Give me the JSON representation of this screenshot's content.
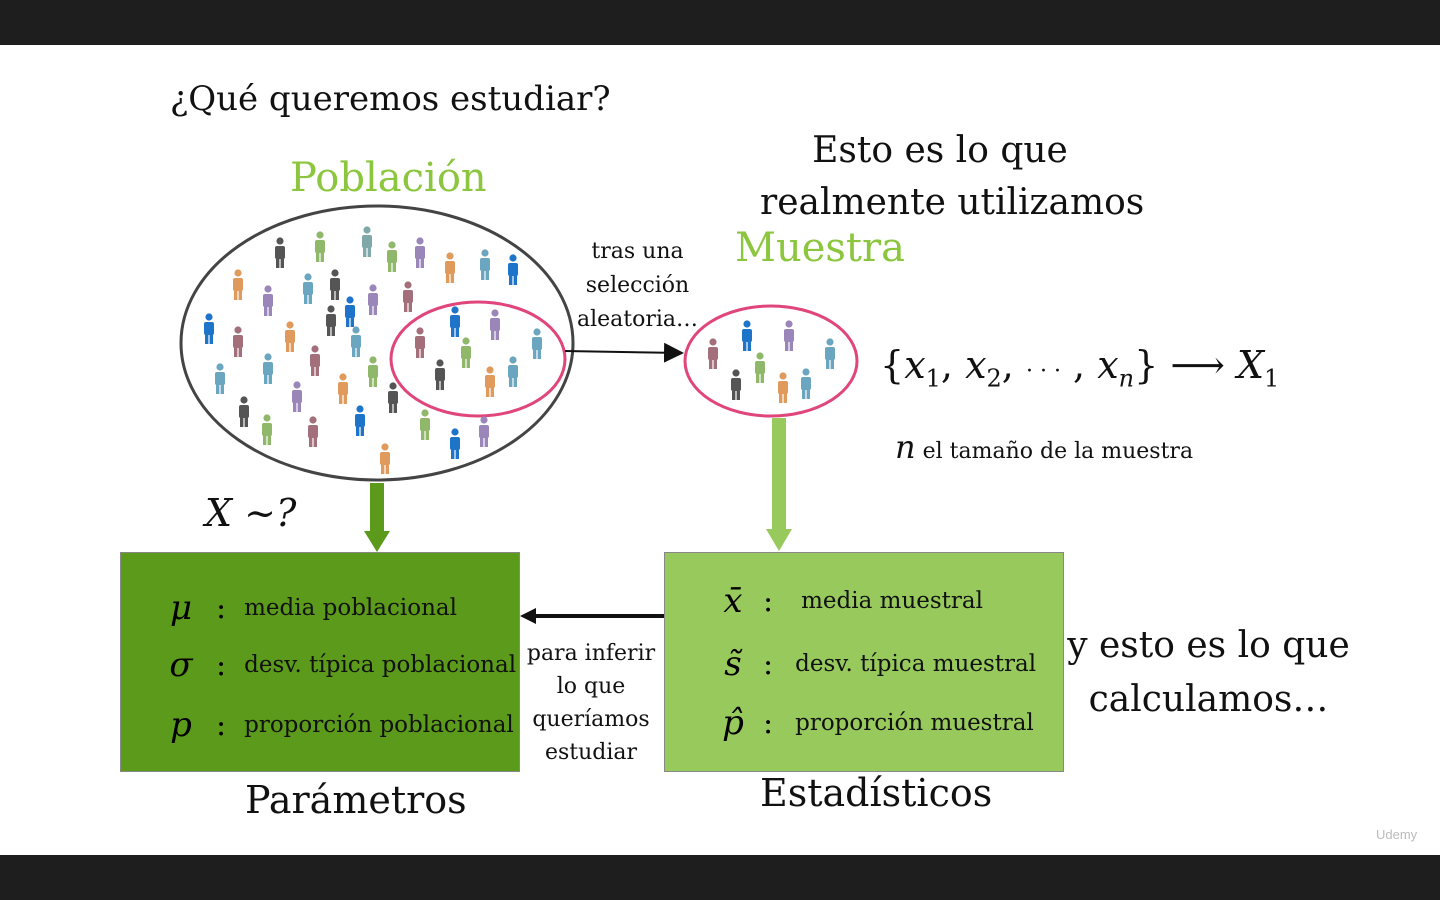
{
  "question": "¿Qué queremos estudiar?",
  "population": {
    "title": "Población"
  },
  "sample": {
    "title": "Muestra"
  },
  "top_right_note": {
    "line1": "Esto es lo que",
    "line2": "realmente utilizamos"
  },
  "sampling_note": {
    "line1": "tras una",
    "line2": "selección",
    "line3": "aleatoria…"
  },
  "sample_formula": {
    "open": "{",
    "x": "x",
    "sub1": "1",
    "sub2": "2",
    "dots": "· · ·",
    "subn": "n",
    "close": "}",
    "arrow": "⟶",
    "X": "X",
    "X_sub": "1"
  },
  "n_note": {
    "symbol": "n",
    "text": "el tamaño de la muestra"
  },
  "distribution": "X ~?",
  "parameters": {
    "caption": "Parámetros",
    "color": "#5b9a1a",
    "rows": [
      {
        "symbol": "μ",
        "colon": ":",
        "label": "media poblacional"
      },
      {
        "symbol": "σ",
        "colon": ":",
        "label": "desv. típica poblacional"
      },
      {
        "symbol": "p",
        "colon": ":",
        "label": "proporción poblacional"
      }
    ]
  },
  "statistics": {
    "caption": "Estadísticos",
    "color": "#97c95d",
    "rows": [
      {
        "symbol": "x̄",
        "colon": ":",
        "label": "media muestral"
      },
      {
        "symbol": "s̃",
        "colon": ":",
        "label": "desv. típica muestral"
      },
      {
        "symbol": "p̂",
        "colon": ":",
        "label": "proporción muestral"
      }
    ]
  },
  "infer_note": {
    "line1": "para inferir",
    "line2": "lo que",
    "line3": "queríamos",
    "line4": "estudiar"
  },
  "calc_note": {
    "line1": "y esto es lo que",
    "line2": "calculamos…"
  },
  "watermark": "Udemy",
  "colors": {
    "arrow_green_dark": "#5b9a1a",
    "arrow_green_light": "#97c95d",
    "sample_ellipse": "#e0457b",
    "population_ellipse": "#444444",
    "title_green": "#8cc63f"
  },
  "people_colors": [
    "#1e74c8",
    "#a36f7a",
    "#888888",
    "#7fa8a8",
    "#e09a5c",
    "#9a86b8",
    "#555555",
    "#8fb86a",
    "#6aa6bf"
  ]
}
